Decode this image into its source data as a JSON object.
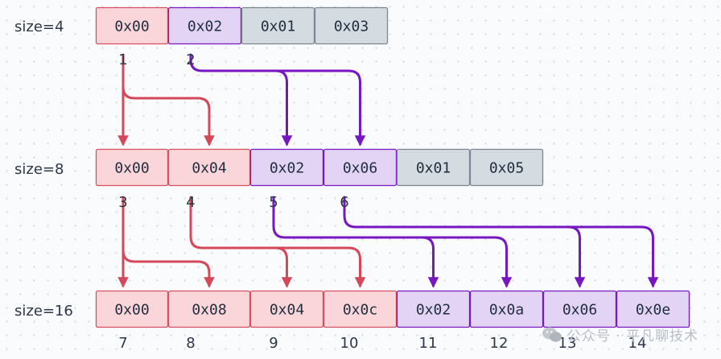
{
  "colors": {
    "red_fill": "#fad6da",
    "red_stroke": "#d8505e",
    "purple_fill": "#e3d4f5",
    "purple_stroke": "#7419c4",
    "gray_fill": "#d4dbe1",
    "gray_stroke": "#7d8894",
    "red_arrow": "#d4485a",
    "purple_arrow": "#7617c2"
  },
  "rows": [
    {
      "label": "size=4",
      "cells": [
        {
          "text": "0x00",
          "color": "red"
        },
        {
          "text": "0x02",
          "color": "purple"
        },
        {
          "text": "0x01",
          "color": "gray"
        },
        {
          "text": "0x03",
          "color": "gray"
        }
      ],
      "indices": [
        "1",
        "2"
      ]
    },
    {
      "label": "size=8",
      "cells": [
        {
          "text": "0x00",
          "color": "red"
        },
        {
          "text": "0x04",
          "color": "red"
        },
        {
          "text": "0x02",
          "color": "purple"
        },
        {
          "text": "0x06",
          "color": "purple"
        },
        {
          "text": "0x01",
          "color": "gray"
        },
        {
          "text": "0x05",
          "color": "gray"
        }
      ],
      "indices": [
        "3",
        "4",
        "5",
        "6"
      ]
    },
    {
      "label": "size=16",
      "cells": [
        {
          "text": "0x00",
          "color": "red"
        },
        {
          "text": "0x08",
          "color": "red"
        },
        {
          "text": "0x04",
          "color": "red"
        },
        {
          "text": "0x0c",
          "color": "red"
        },
        {
          "text": "0x02",
          "color": "purple"
        },
        {
          "text": "0x0a",
          "color": "purple"
        },
        {
          "text": "0x06",
          "color": "purple"
        },
        {
          "text": "0x0e",
          "color": "purple"
        }
      ],
      "indices": [
        "7",
        "8",
        "9",
        "10",
        "11",
        "12",
        "13",
        "14"
      ]
    }
  ],
  "arrows": [
    {
      "from": "1",
      "to": [
        "3",
        "4"
      ],
      "color": "red"
    },
    {
      "from": "2",
      "to": [
        "5",
        "6"
      ],
      "color": "purple"
    },
    {
      "from": "3",
      "to": [
        "7",
        "8"
      ],
      "color": "red"
    },
    {
      "from": "4",
      "to": [
        "9",
        "10"
      ],
      "color": "red"
    },
    {
      "from": "5",
      "to": [
        "11",
        "12"
      ],
      "color": "purple"
    },
    {
      "from": "6",
      "to": [
        "13",
        "14"
      ],
      "color": "purple"
    }
  ],
  "watermark": {
    "text": "公众号 · 平凡聊技术",
    "icon": "wechat-icon"
  }
}
